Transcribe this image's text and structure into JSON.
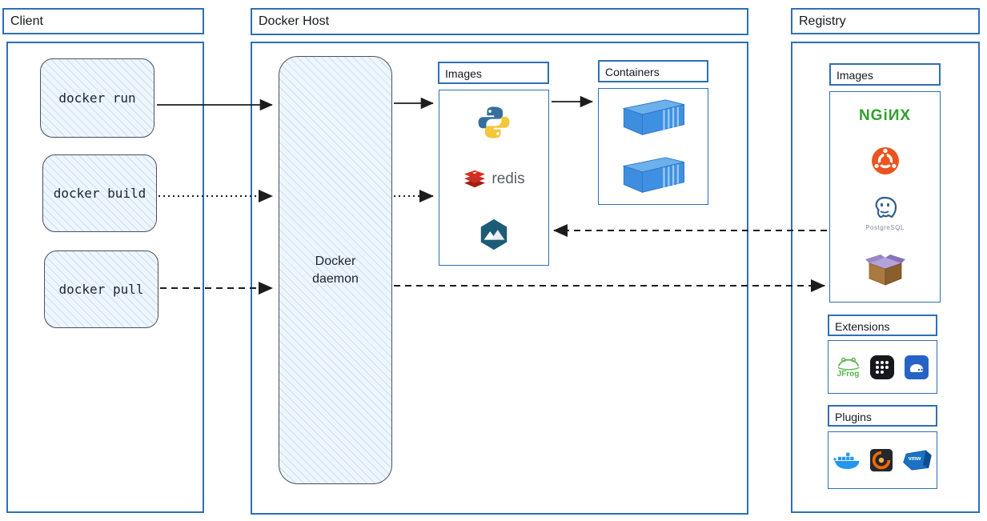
{
  "palette": {
    "frame_blue": "#2e6fb7",
    "sketch_fill": "#eef6fd",
    "sketch_border": "#4c5158",
    "arrow_color": "#1c1c1c",
    "nginx_green": "#2fa12e",
    "ubuntu_orange": "#e95420",
    "redis_red": "#c6302b",
    "alpine_teal": "#1d5c76",
    "docker_blue": "#2496ed"
  },
  "client": {
    "title": "Client",
    "commands": [
      "docker run",
      "docker build",
      "docker pull"
    ]
  },
  "docker_host": {
    "title": "Docker Host",
    "daemon_label_line1": "Docker",
    "daemon_label_line2": "daemon",
    "images_panel": {
      "title": "Images",
      "items": [
        {
          "icon": "python-logo"
        },
        {
          "icon": "redis-logo",
          "label": "redis"
        },
        {
          "icon": "alpine-logo"
        }
      ]
    },
    "containers_panel": {
      "title": "Containers",
      "container_count": 2
    }
  },
  "registry": {
    "title": "Registry",
    "images_panel": {
      "title": "Images",
      "items": [
        {
          "icon": "nginx-logo",
          "label": "NGiИX"
        },
        {
          "icon": "ubuntu-logo"
        },
        {
          "icon": "postgresql-logo",
          "label": "PostgreSQL"
        },
        {
          "icon": "busybox-logo"
        }
      ]
    },
    "extensions_panel": {
      "title": "Extensions",
      "items": [
        {
          "icon": "jfrog-logo",
          "label": "JFrog"
        },
        {
          "icon": "dots-grid-icon"
        },
        {
          "icon": "disk-icon"
        }
      ]
    },
    "plugins_panel": {
      "title": "Plugins",
      "items": [
        {
          "icon": "docker-whale-logo"
        },
        {
          "icon": "grafana-logo"
        },
        {
          "icon": "vmware-logo",
          "label": "vmw"
        }
      ]
    }
  },
  "connections": [
    {
      "from": "docker run",
      "to": "Docker daemon",
      "style": "solid"
    },
    {
      "from": "docker build",
      "to": "Docker daemon",
      "style": "dotted"
    },
    {
      "from": "docker pull",
      "to": "Docker daemon",
      "style": "dashed"
    },
    {
      "from": "Docker daemon",
      "to": "Host Images",
      "style": "solid"
    },
    {
      "from": "Docker daemon",
      "to": "Host Images",
      "style": "dotted"
    },
    {
      "from": "Host Images",
      "to": "Containers",
      "style": "solid"
    },
    {
      "from": "Registry Images",
      "to": "Host Images",
      "style": "dashed"
    },
    {
      "from": "Docker daemon",
      "to": "Registry Images",
      "style": "dashed"
    }
  ]
}
